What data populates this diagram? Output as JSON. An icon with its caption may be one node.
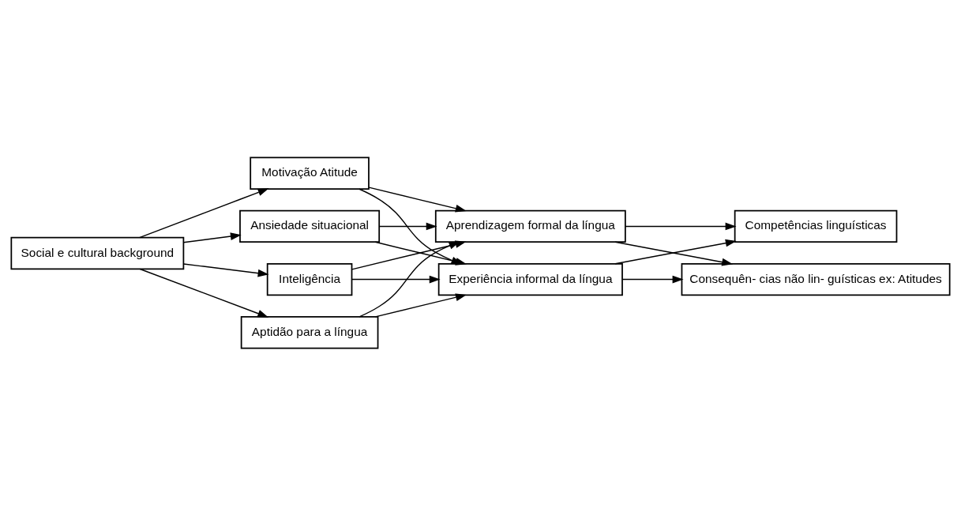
{
  "diagram": {
    "nodes": [
      {
        "text": [
          "Social e cultural background"
        ]
      },
      {
        "text": [
          "Inteligência"
        ]
      },
      {
        "text": [
          "Aptidão para a língua"
        ]
      },
      {
        "text": [
          "Motivação Atitude"
        ]
      },
      {
        "text": [
          "Ansiedade situacional"
        ]
      },
      {
        "text": [
          "Aprendizagem formal da língua"
        ]
      },
      {
        "text": [
          "Experiência informal da língua"
        ]
      },
      {
        "text": [
          "Competências linguísticas"
        ]
      },
      {
        "text": [
          "Consequên- cias não lin- guísticas ex: Atitudes"
        ]
      }
    ],
    "edges": [
      {
        "from": 0,
        "to": 1,
        "arrow": "to"
      },
      {
        "from": 0,
        "to": 2,
        "arrow": "to"
      },
      {
        "from": 0,
        "to": 3,
        "arrow": "to"
      },
      {
        "from": 0,
        "to": 4,
        "arrow": "to"
      },
      {
        "from": 1,
        "to": 5,
        "arrow": "to"
      },
      {
        "from": 1,
        "to": 6,
        "arrow": "to"
      },
      {
        "from": 2,
        "to": 5,
        "arrow": "to"
      },
      {
        "from": 2,
        "to": 6,
        "arrow": "to"
      },
      {
        "from": 3,
        "to": 5,
        "arrow": "to"
      },
      {
        "from": 3,
        "to": 6,
        "arrow": "to"
      },
      {
        "from": 4,
        "to": 5,
        "arrow": "to"
      },
      {
        "from": 4,
        "to": 6,
        "arrow": "to"
      },
      {
        "from": 5,
        "to": 7,
        "arrow": "to"
      },
      {
        "from": 5,
        "to": 8,
        "arrow": "to"
      },
      {
        "from": 6,
        "to": 7,
        "arrow": "to"
      },
      {
        "from": 6,
        "to": 8,
        "arrow": "to"
      }
    ]
  }
}
